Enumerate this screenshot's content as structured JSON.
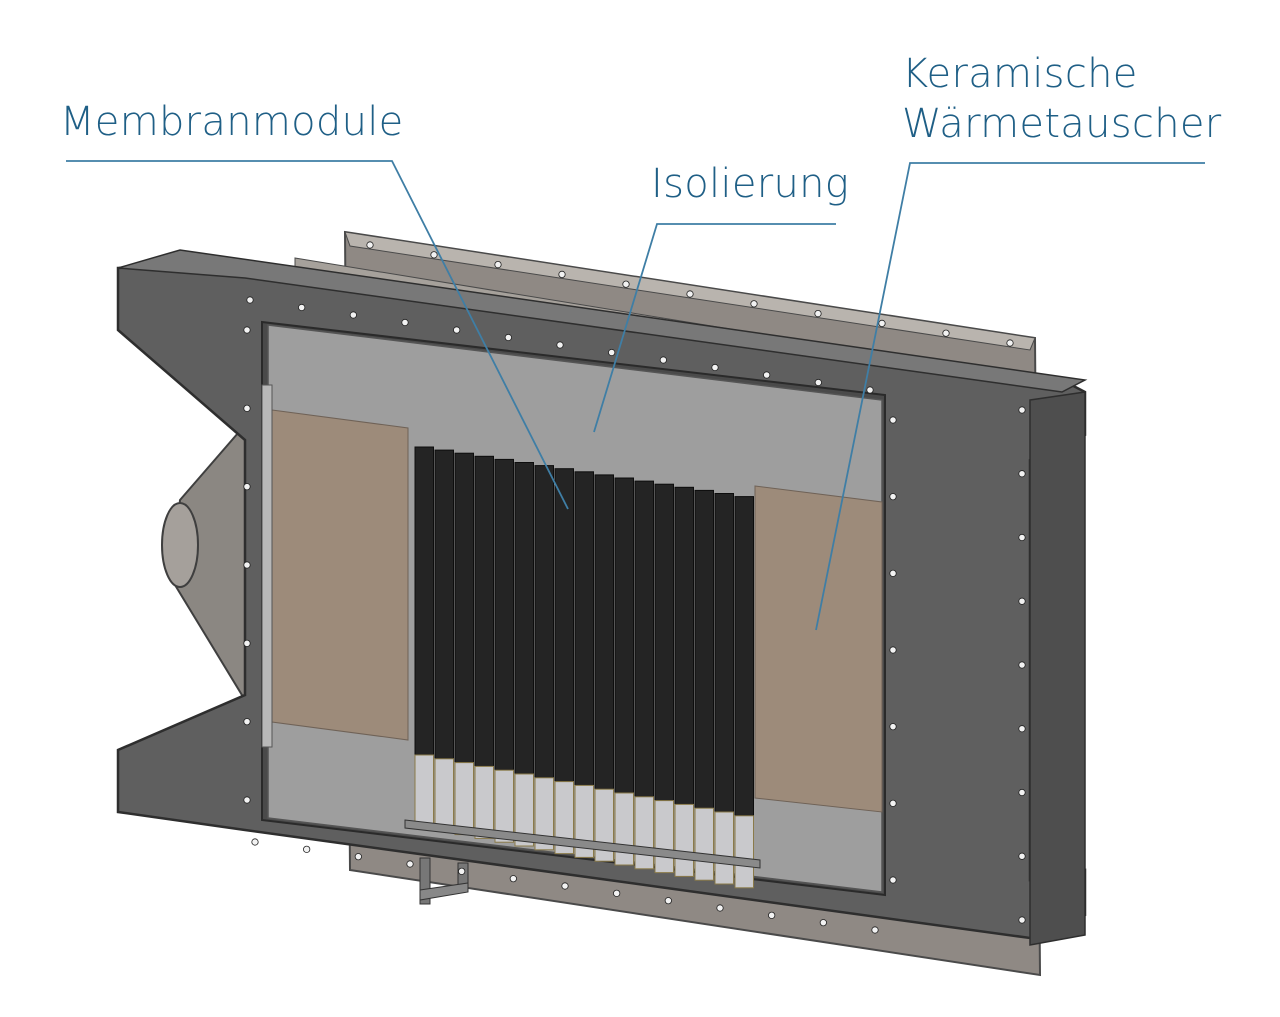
{
  "labels": {
    "membranmodule": "Membranmodule",
    "isolierung": "Isolierung",
    "keramische_line1": "Keramische",
    "keramische_line2": "Wärmetauscher"
  },
  "colors": {
    "label_text": "#1f5f86",
    "leader_line": "#3f7ea5",
    "frame_dark": "#5e5e5e",
    "frame_edge": "#3a3a3a",
    "back_plate": "#9d9791",
    "insulation_gray": "#9c9c9c",
    "ceramic_brown": "#9d8b7a",
    "membrane_black": "#242424",
    "module_base": "#c9c9cc",
    "bolt_hole": "#f2f2f2"
  }
}
